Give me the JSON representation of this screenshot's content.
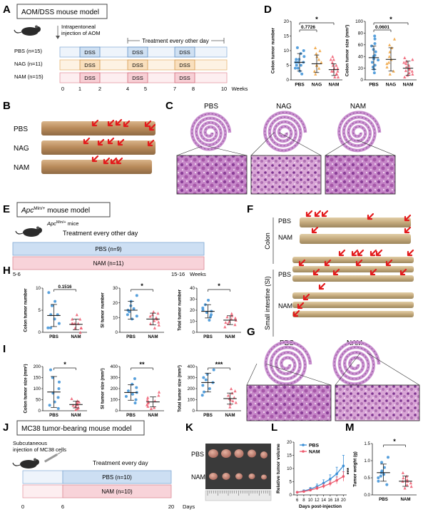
{
  "figure": {
    "panel_letters": [
      "A",
      "B",
      "C",
      "D",
      "E",
      "F",
      "G",
      "H",
      "I",
      "J",
      "K",
      "L",
      "M"
    ],
    "colors": {
      "pbs": "#3a8fd6",
      "nag": "#f0a13a",
      "nam": "#ee5a6e",
      "pbs_fill": "#d2e4f6",
      "nag_fill": "#fbe6cc",
      "nam_fill": "#fbd9de",
      "tissue": "#c98fcf",
      "tissue_dark": "#8a4f95"
    }
  },
  "panelA": {
    "title": "AOM/DSS mouse model",
    "aom_label": [
      "Intrapentoneal",
      "injection of AOM"
    ],
    "treatment": "Treatment every other day",
    "groups": [
      "PBS (n=15)",
      "NAG (n=11)",
      "NAM (n=15)"
    ],
    "dss": "DSS",
    "weeks": [
      "0",
      "1",
      "2",
      "4",
      "5",
      "7",
      "8",
      "10"
    ],
    "weeks_unit": "Weeks"
  },
  "panelB": {
    "labels": [
      "PBS",
      "NAG",
      "NAM"
    ]
  },
  "panelC": {
    "labels": [
      "PBS",
      "NAG",
      "NAM"
    ]
  },
  "panelD": {
    "ylabel_left": "Colon tumor number",
    "ylabel_right": "Colon tumor size (mm²)",
    "xcats": [
      "PBS",
      "NAG",
      "NAM"
    ],
    "p_left": "0.7726",
    "p_right": "0.0601",
    "star": "*",
    "yticks_left": [
      "0",
      "5",
      "10",
      "15",
      "20"
    ],
    "yticks_right": [
      "0",
      "20",
      "40",
      "60",
      "80",
      "100"
    ]
  },
  "panelE": {
    "title_italic": "Apc",
    "title_super": "Min/+",
    "title_rest": " mouse model",
    "mice_italic": "Apc",
    "mice_super": "Min/+",
    "mice_rest": " mice",
    "treatment": "Treatment every other day",
    "groups": [
      "PBS (n=9)",
      "NAM (n=11)"
    ],
    "start": "5-6",
    "end": "15-16",
    "weeks_unit": "Weeks"
  },
  "panelF": {
    "colon": "Colon",
    "si": "Small intestine (SI)",
    "labels": [
      "PBS",
      "NAM",
      "PBS",
      "NAM"
    ]
  },
  "panelG": {
    "labels": [
      "PBS",
      "NAM"
    ]
  },
  "panelH": {
    "ylabels": [
      "Colon tumor number",
      "SI tumor number",
      "Total tumor number"
    ],
    "pvals": [
      "0.1516",
      "*",
      "*"
    ],
    "yticks": [
      [
        "0",
        "5",
        "10"
      ],
      [
        "0",
        "10",
        "20",
        "30"
      ],
      [
        "0",
        "10",
        "20",
        "30",
        "40"
      ]
    ],
    "xcats": [
      "PBS",
      "NAM"
    ]
  },
  "panelI": {
    "ylabels": [
      "Colon tumor size (mm²)",
      "SI tumor size (mm²)",
      "Total tumor size (mm²)"
    ],
    "pvals": [
      "*",
      "**",
      "***"
    ],
    "yticks": [
      [
        "0",
        "50",
        "100",
        "150",
        "200"
      ],
      [
        "0",
        "100",
        "200",
        "300",
        "400"
      ],
      [
        "0",
        "100",
        "200",
        "300",
        "400"
      ]
    ],
    "xcats": [
      "PBS",
      "NAM"
    ]
  },
  "panelJ": {
    "title": "MC38 tumor-bearing mouse model",
    "inj_label": [
      "Subcutaneous",
      "injection of MC38 cells"
    ],
    "treatment": "Treatment every day",
    "groups": [
      "PBS (n=10)",
      "NAM (n=10)"
    ],
    "days": [
      "0",
      "6",
      "20"
    ],
    "days_unit": "Days"
  },
  "panelK": {
    "labels": [
      "PBS",
      "NAM"
    ]
  },
  "panelL": {
    "ylabel": "Relative tumor volume",
    "xlabel": "Days post-injection",
    "legend": [
      "PBS",
      "NAM"
    ],
    "stars": "***",
    "xticks": [
      "6",
      "8",
      "10",
      "12",
      "14",
      "16",
      "18",
      "20"
    ],
    "yticks": [
      "0",
      "5",
      "10",
      "15",
      "20"
    ]
  },
  "panelM": {
    "ylabel": "Tumor weight (g)",
    "xcats": [
      "PBS",
      "NAM"
    ],
    "star": "*",
    "yticks": [
      "0.0",
      "0.5",
      "1.0",
      "1.5"
    ]
  },
  "chart_data": [
    {
      "type": "scatter",
      "panel": "D-left",
      "ylabel": "Colon tumor number",
      "categories": [
        "PBS",
        "NAG",
        "NAM"
      ],
      "ylim": [
        0,
        20
      ],
      "series": [
        {
          "name": "PBS",
          "mean": 6,
          "sd": 3,
          "values": [
            2,
            3,
            4,
            4,
            5,
            5,
            6,
            6,
            6,
            7,
            7,
            8,
            9,
            10,
            11
          ]
        },
        {
          "name": "NAG",
          "mean": 5.5,
          "sd": 3,
          "values": [
            2,
            3,
            4,
            5,
            5,
            6,
            7,
            8,
            9,
            10,
            11
          ]
        },
        {
          "name": "NAM",
          "mean": 3.5,
          "sd": 2,
          "values": [
            1,
            1,
            2,
            2,
            3,
            3,
            3,
            4,
            4,
            5,
            5,
            6,
            7,
            7,
            8
          ]
        }
      ],
      "annotations": [
        "0.7726",
        "*"
      ]
    },
    {
      "type": "scatter",
      "panel": "D-right",
      "ylabel": "Colon tumor size (mm²)",
      "categories": [
        "PBS",
        "NAG",
        "NAM"
      ],
      "ylim": [
        0,
        100
      ],
      "series": [
        {
          "name": "PBS",
          "mean": 38,
          "sd": 20,
          "values": [
            12,
            18,
            22,
            25,
            30,
            34,
            36,
            40,
            42,
            48,
            52,
            58,
            62,
            70,
            75
          ]
        },
        {
          "name": "NAG",
          "mean": 35,
          "sd": 20,
          "values": [
            10,
            15,
            22,
            28,
            30,
            35,
            40,
            48,
            55,
            60,
            70
          ]
        },
        {
          "name": "NAM",
          "mean": 20,
          "sd": 12,
          "values": [
            5,
            8,
            10,
            12,
            15,
            16,
            18,
            20,
            22,
            25,
            28,
            30,
            32,
            35,
            38
          ]
        }
      ],
      "annotations": [
        "0.0601",
        "*"
      ]
    },
    {
      "type": "scatter",
      "panel": "H1",
      "ylabel": "Colon tumor number",
      "categories": [
        "PBS",
        "NAM"
      ],
      "ylim": [
        0,
        10
      ],
      "series": [
        {
          "name": "PBS",
          "mean": 3.8,
          "sd": 2.5,
          "values": [
            1,
            1,
            2,
            3,
            4,
            4,
            6,
            7,
            9
          ]
        },
        {
          "name": "NAM",
          "mean": 1.8,
          "sd": 1.2,
          "values": [
            0,
            1,
            1,
            1,
            2,
            2,
            2,
            2,
            3,
            3,
            4
          ]
        }
      ],
      "annotations": [
        "0.1516"
      ]
    },
    {
      "type": "scatter",
      "panel": "H2",
      "ylabel": "SI tumor number",
      "categories": [
        "PBS",
        "NAM"
      ],
      "ylim": [
        0,
        30
      ],
      "series": [
        {
          "name": "PBS",
          "mean": 15,
          "sd": 6,
          "values": [
            9,
            11,
            12,
            14,
            15,
            16,
            18,
            21,
            25
          ]
        },
        {
          "name": "NAM",
          "mean": 9,
          "sd": 4,
          "values": [
            3,
            5,
            6,
            7,
            8,
            9,
            10,
            11,
            12,
            13,
            14
          ]
        }
      ],
      "annotations": [
        "*"
      ]
    },
    {
      "type": "scatter",
      "panel": "H3",
      "ylabel": "Total tumor number",
      "categories": [
        "PBS",
        "NAM"
      ],
      "ylim": [
        0,
        40
      ],
      "series": [
        {
          "name": "PBS",
          "mean": 19,
          "sd": 6,
          "values": [
            11,
            14,
            16,
            18,
            19,
            20,
            22,
            25,
            29
          ]
        },
        {
          "name": "NAM",
          "mean": 11,
          "sd": 4,
          "values": [
            5,
            7,
            8,
            9,
            10,
            11,
            12,
            13,
            14,
            15,
            17
          ]
        }
      ],
      "annotations": [
        "*"
      ]
    },
    {
      "type": "scatter",
      "panel": "I1",
      "ylabel": "Colon tumor size (mm²)",
      "categories": [
        "PBS",
        "NAM"
      ],
      "ylim": [
        0,
        200
      ],
      "series": [
        {
          "name": "PBS",
          "mean": 85,
          "sd": 70,
          "values": [
            10,
            25,
            40,
            60,
            80,
            100,
            130,
            150,
            185
          ]
        },
        {
          "name": "NAM",
          "mean": 28,
          "sd": 15,
          "values": [
            5,
            10,
            15,
            20,
            25,
            28,
            30,
            35,
            40,
            45,
            55
          ]
        }
      ],
      "annotations": [
        "*"
      ]
    },
    {
      "type": "scatter",
      "panel": "I2",
      "ylabel": "SI tumor size (mm²)",
      "categories": [
        "PBS",
        "NAM"
      ],
      "ylim": [
        0,
        400
      ],
      "series": [
        {
          "name": "PBS",
          "mean": 165,
          "sd": 70,
          "values": [
            70,
            100,
            130,
            150,
            165,
            180,
            210,
            240,
            290
          ]
        },
        {
          "name": "NAM",
          "mean": 80,
          "sd": 45,
          "values": [
            20,
            30,
            40,
            55,
            70,
            80,
            90,
            100,
            120,
            140,
            170
          ]
        }
      ],
      "annotations": [
        "**"
      ]
    },
    {
      "type": "scatter",
      "panel": "I3",
      "ylabel": "Total tumor size (mm²)",
      "categories": [
        "PBS",
        "NAM"
      ],
      "ylim": [
        0,
        400
      ],
      "series": [
        {
          "name": "PBS",
          "mean": 255,
          "sd": 85,
          "values": [
            140,
            170,
            200,
            230,
            255,
            280,
            300,
            330,
            370
          ]
        },
        {
          "name": "NAM",
          "mean": 110,
          "sd": 50,
          "values": [
            35,
            60,
            75,
            90,
            100,
            110,
            120,
            140,
            160,
            180,
            200
          ]
        }
      ],
      "annotations": [
        "***"
      ]
    },
    {
      "type": "line",
      "panel": "L",
      "xlabel": "Days post-injection",
      "ylabel": "Relative tumor volume",
      "x": [
        6,
        8,
        10,
        12,
        14,
        16,
        18,
        20
      ],
      "ylim": [
        0,
        20
      ],
      "series": [
        {
          "name": "PBS",
          "values": [
            1,
            1.5,
            2.2,
            3.2,
            4.5,
            6,
            8,
            11
          ],
          "err": [
            0.3,
            0.4,
            0.6,
            0.9,
            1.2,
            1.6,
            2.5,
            4
          ]
        },
        {
          "name": "NAM",
          "values": [
            1,
            1.3,
            1.8,
            2.5,
            3.3,
            4.3,
            5.5,
            7
          ],
          "err": [
            0.2,
            0.3,
            0.4,
            0.6,
            0.8,
            1,
            1.3,
            1.8
          ]
        }
      ],
      "annotations": [
        "***"
      ]
    },
    {
      "type": "scatter",
      "panel": "M",
      "ylabel": "Tumor weight (g)",
      "categories": [
        "PBS",
        "NAM"
      ],
      "ylim": [
        0,
        1.5
      ],
      "series": [
        {
          "name": "PBS",
          "mean": 0.65,
          "sd": 0.25,
          "values": [
            0.3,
            0.4,
            0.5,
            0.55,
            0.6,
            0.65,
            0.7,
            0.8,
            0.95,
            1.1
          ]
        },
        {
          "name": "NAM",
          "mean": 0.4,
          "sd": 0.15,
          "values": [
            0.2,
            0.25,
            0.3,
            0.35,
            0.4,
            0.4,
            0.45,
            0.5,
            0.55,
            0.65
          ]
        }
      ],
      "annotations": [
        "*"
      ]
    }
  ]
}
